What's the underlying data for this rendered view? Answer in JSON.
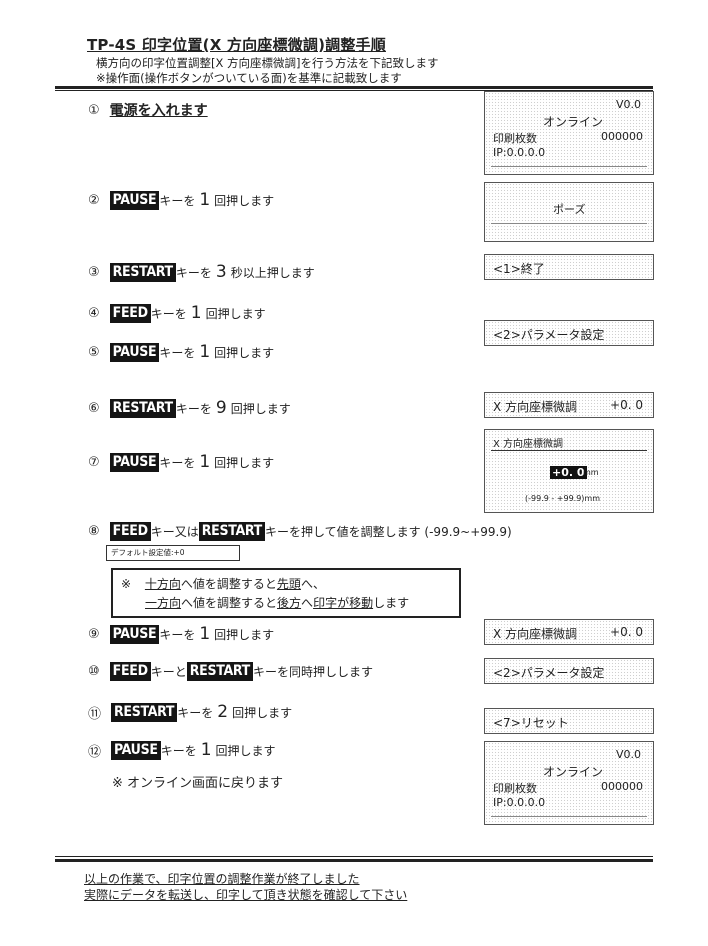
{
  "title": "TP-4S 印字位置(X 方向座標微調)調整手順",
  "subtitle_line1": "横方向の印字位置調整[X 方向座標微調]を行う方法を下記致します",
  "subtitle_line2": "※操作面(操作ボタンがついている面)を基準に記載致します",
  "step1": {
    "num": "①",
    "text": "電源を入れます"
  },
  "step2": {
    "num": "②",
    "key": "PAUSE",
    "pre": "キーを",
    "count": "1",
    "post": "回押します"
  },
  "step3": {
    "num": "③",
    "key": "RESTART",
    "pre": "キーを",
    "count": "3",
    "post": "秒以上押します"
  },
  "step4": {
    "num": "④",
    "key": "FEED",
    "pre": "キーを",
    "count": "1",
    "post": "回押します"
  },
  "step5": {
    "num": "⑤",
    "key": "PAUSE",
    "pre": "キーを",
    "count": "1",
    "post": "回押します"
  },
  "step6": {
    "num": "⑥",
    "key": "RESTART",
    "pre": "キーを",
    "count": "9",
    "post": "回押します"
  },
  "step7": {
    "num": "⑦",
    "key": "PAUSE",
    "pre": "キーを",
    "count": "1",
    "post": "回押します"
  },
  "step8": {
    "num": "⑧",
    "key1": "FEED",
    "mid": "キー又は",
    "key2": "RESTART",
    "post": "キーを押して値を調整します (-99.9~+99.9)"
  },
  "default_value": "デフォルト設定値:+0",
  "note": {
    "mark": "※",
    "line1_a": "十方向",
    "line1_b": "へ値を調整すると",
    "line1_c": "先頭",
    "line1_d": "へ、",
    "line2_a": "一方向",
    "line2_b": "へ値を調整すると",
    "line2_c": "後方",
    "line2_d": "へ",
    "line2_e": "印字が移動",
    "line2_f": "します"
  },
  "step9": {
    "num": "⑨",
    "key": "PAUSE",
    "pre": "キーを",
    "count": "1",
    "post": "回押します"
  },
  "step10": {
    "num": "⑩",
    "key1": "FEED",
    "mid": "キーと",
    "key2": "RESTART",
    "post": "キーを同時押しします"
  },
  "step11": {
    "num": "⑪",
    "key": "RESTART",
    "pre": "キーを",
    "count": "2",
    "post": "回押します"
  },
  "step12": {
    "num": "⑫",
    "key": "PAUSE",
    "pre": "キーを",
    "count": "1",
    "post": "回押します"
  },
  "step12_note": "※ オンライン画面に戻ります",
  "lcd_online": {
    "version": "V0.0",
    "status": "オンライン",
    "count_label": "印刷枚数",
    "count_value": "000000",
    "ip": "IP:0.0.0.0"
  },
  "lcd_pause": "ポーズ",
  "lcd_end": "<1>終了",
  "lcd_param": "<2>パラメータ設定",
  "lcd_xadj": {
    "label": "X 方向座標微調",
    "value": "+0. 0"
  },
  "lcd_xedit": {
    "label": "X 方向座標微調",
    "value": "+0. 0",
    "unit": "mm",
    "range": "(-99.9 - +99.9)mm"
  },
  "lcd_reset": "<7>リセット",
  "footer_line1": "以上の作業で、印字位置の調整作業が終了しました",
  "footer_line2": "実際にデータを転送し、印字して頂き状態を確認して下さい"
}
